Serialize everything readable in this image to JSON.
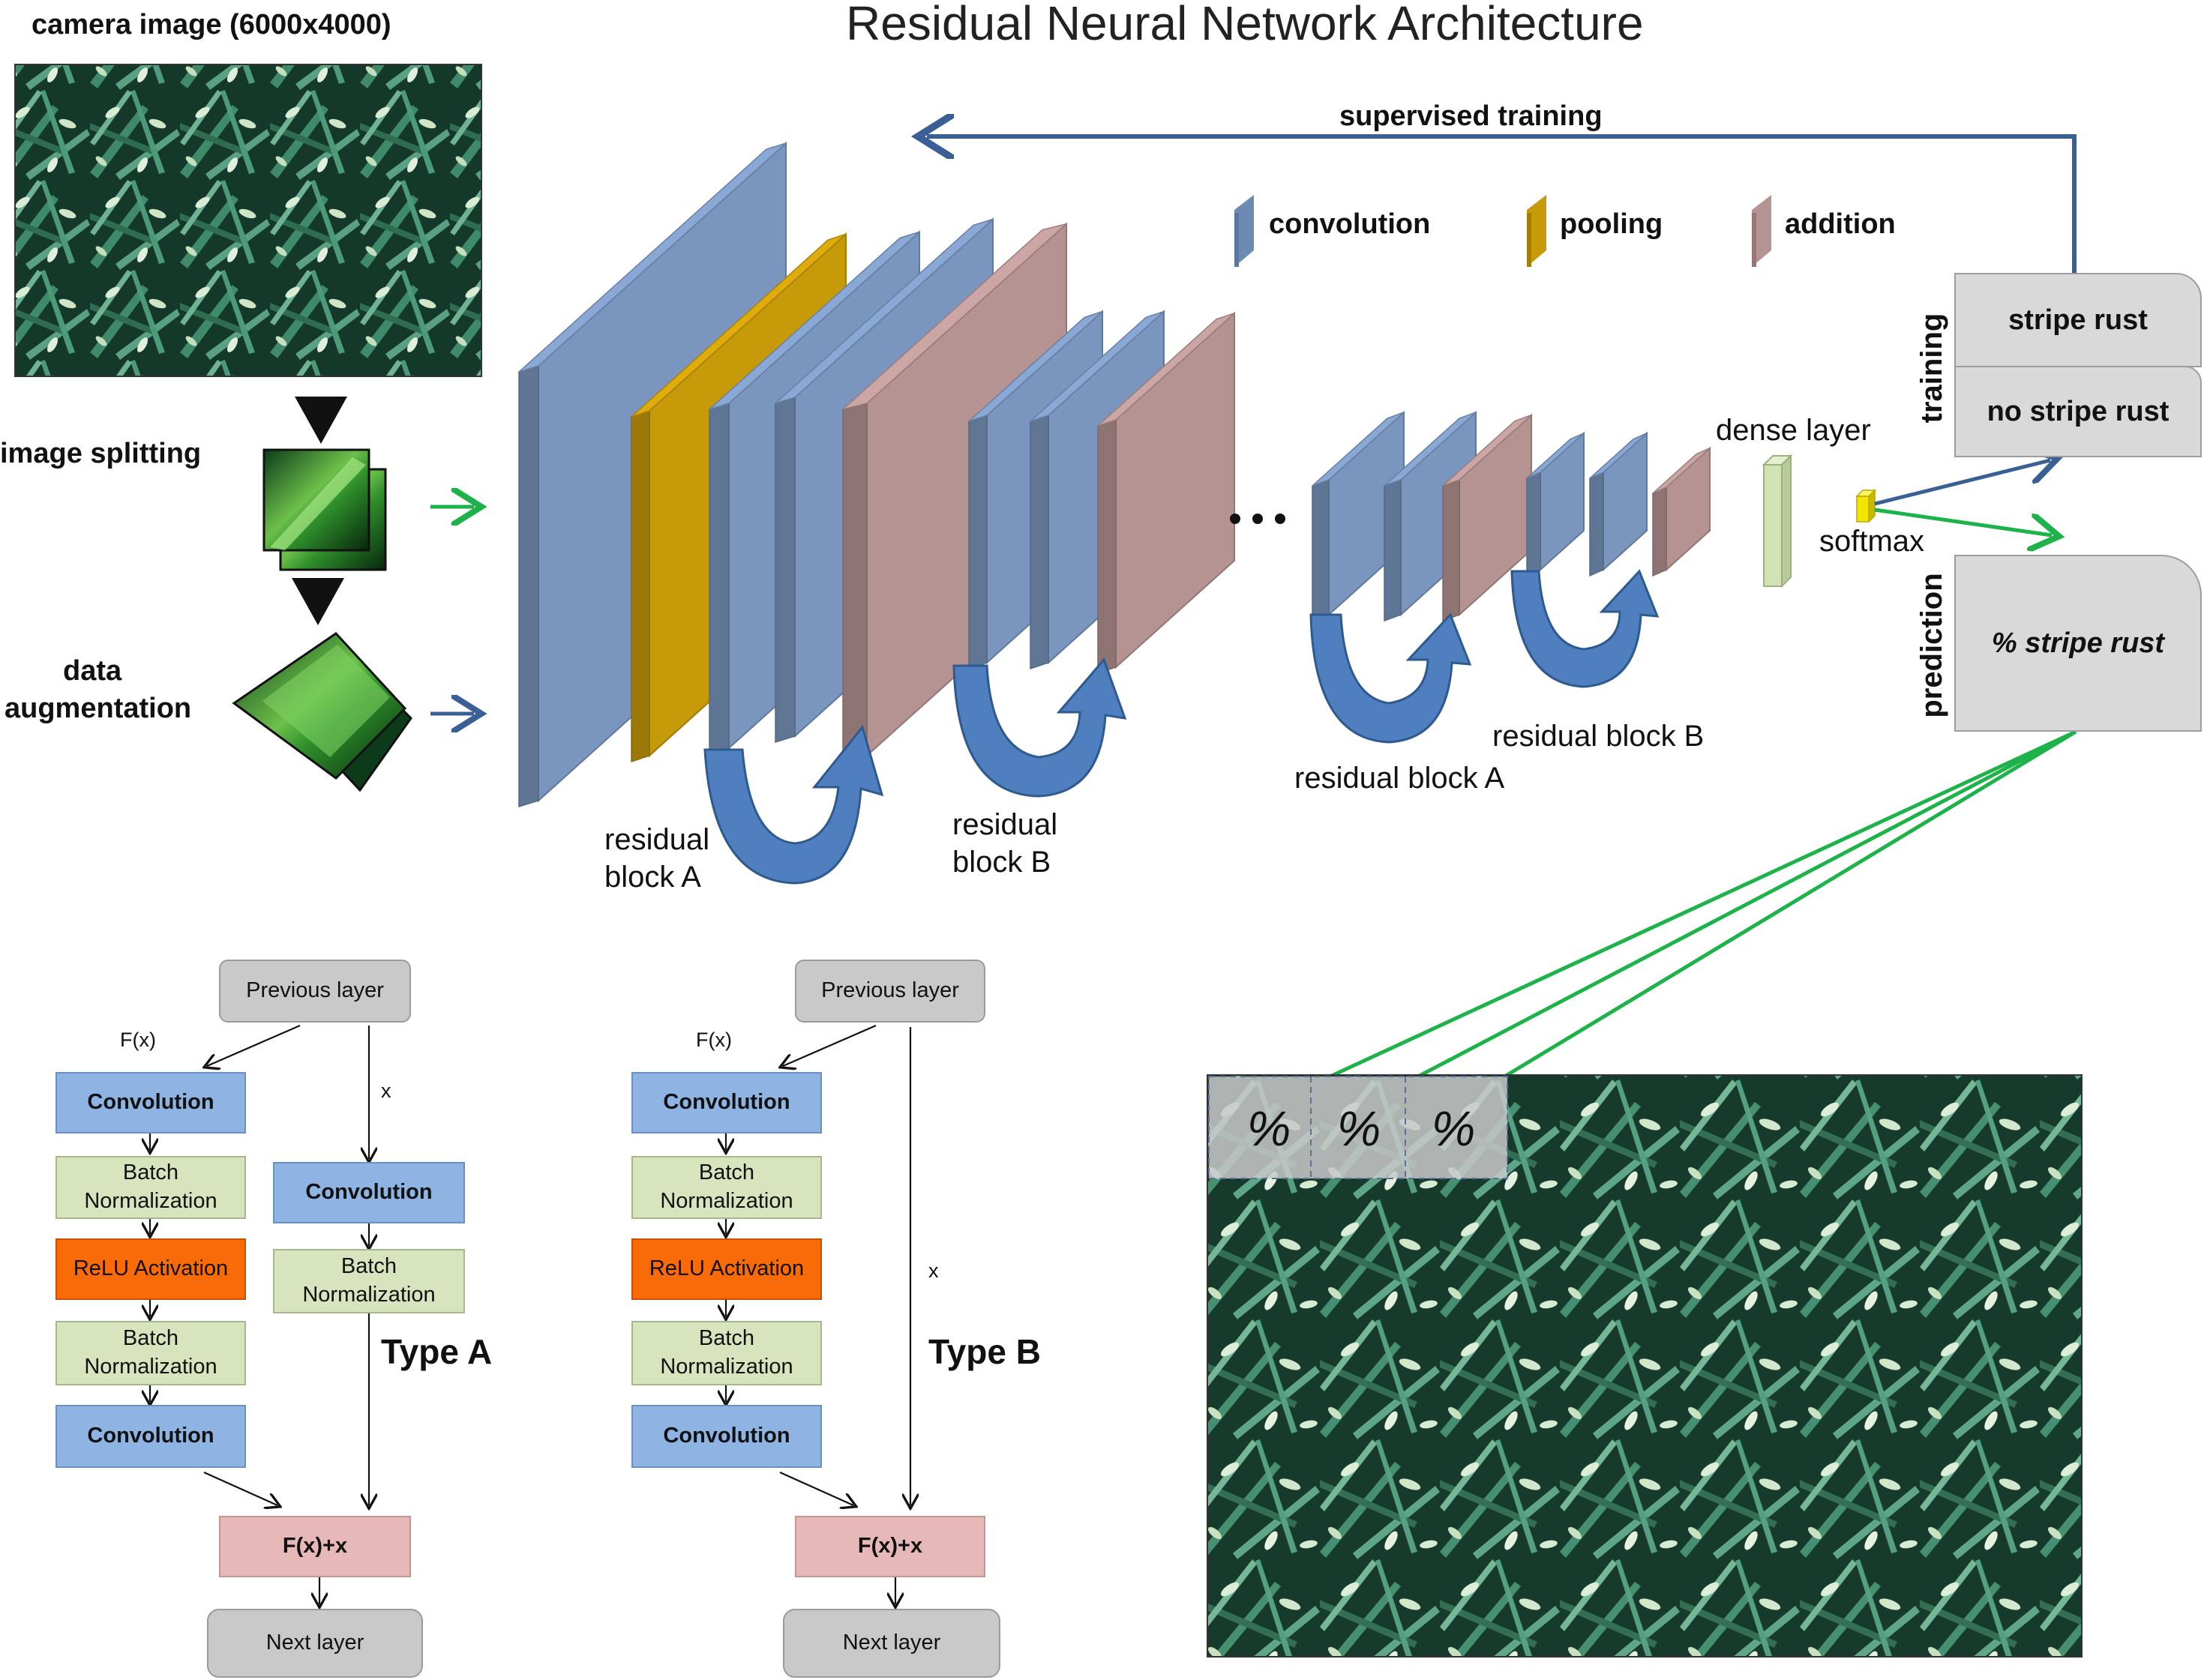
{
  "title": "Residual Neural Network Architecture",
  "input": {
    "camera_label": "camera image (6000x4000)",
    "splitting_label": "image splitting",
    "augmentation_label_line1": "data",
    "augmentation_label_line2": "augmentation"
  },
  "legend": {
    "convolution": "convolution",
    "pooling": "pooling",
    "addition": "addition"
  },
  "network": {
    "supervised_label": "supervised training",
    "ellipsis": "…",
    "block_a1_line1": "residual",
    "block_a1_line2": "block A",
    "block_b1_line1": "residual",
    "block_b1_line2": "block B",
    "block_a2": "residual block A",
    "block_b2": "residual block B",
    "dense_label": "dense layer",
    "softmax_label": "softmax"
  },
  "outputs": {
    "training_label": "training",
    "prediction_label": "prediction",
    "stripe_rust": "stripe rust",
    "no_stripe_rust": "no stripe rust",
    "percent_stripe_rust": "% stripe rust",
    "tile_percent": [
      "%",
      "%",
      "%"
    ]
  },
  "flowcharts": [
    {
      "type_label": "Type A",
      "previous": "Previous layer",
      "fx": "F(x)",
      "x": "x",
      "main": [
        "Convolution",
        "Batch Normalization",
        "ReLU Activation",
        "Batch Normalization",
        "Convolution"
      ],
      "shortcut": [
        "Convolution",
        "Batch Normalization"
      ],
      "sum": "F(x)+x",
      "next": "Next layer"
    },
    {
      "type_label": "Type B",
      "previous": "Previous layer",
      "fx": "F(x)",
      "x": "x",
      "main": [
        "Convolution",
        "Batch Normalization",
        "ReLU Activation",
        "Batch Normalization",
        "Convolution"
      ],
      "sum": "F(x)+x",
      "next": "Next layer"
    }
  ],
  "colors": {
    "convolution": "#7a96be",
    "pooling": "#c79a0a",
    "addition": "#b69393",
    "arrow_blue": "#3a5f95",
    "arrow_green": "#1db34a",
    "dense": "#d2e2b5",
    "softmax": "#f2e600"
  }
}
